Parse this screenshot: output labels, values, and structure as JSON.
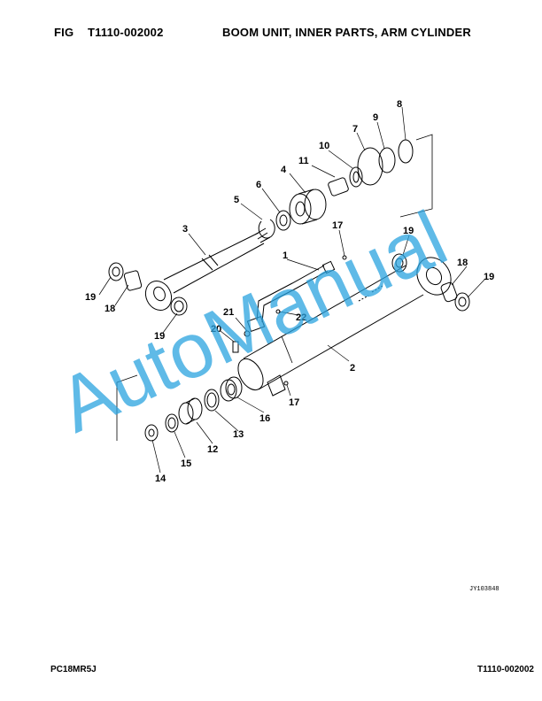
{
  "header": {
    "fig_label": "FIG",
    "fig_code": "T1110-002002",
    "title": "BOOM UNIT, INNER PARTS, ARM CYLINDER"
  },
  "diagram": {
    "image_ref": "JY103848",
    "callouts": [
      "1",
      "2",
      "3",
      "4",
      "5",
      "6",
      "7",
      "8",
      "9",
      "10",
      "11",
      "12",
      "13",
      "14",
      "15",
      "16",
      "17",
      "17",
      "18",
      "18",
      "19",
      "19",
      "19",
      "20",
      "21",
      "22"
    ],
    "watermark": "AutoManual"
  },
  "footer": {
    "model": "PC18MR5J",
    "fig_code": "T1110-002002"
  }
}
